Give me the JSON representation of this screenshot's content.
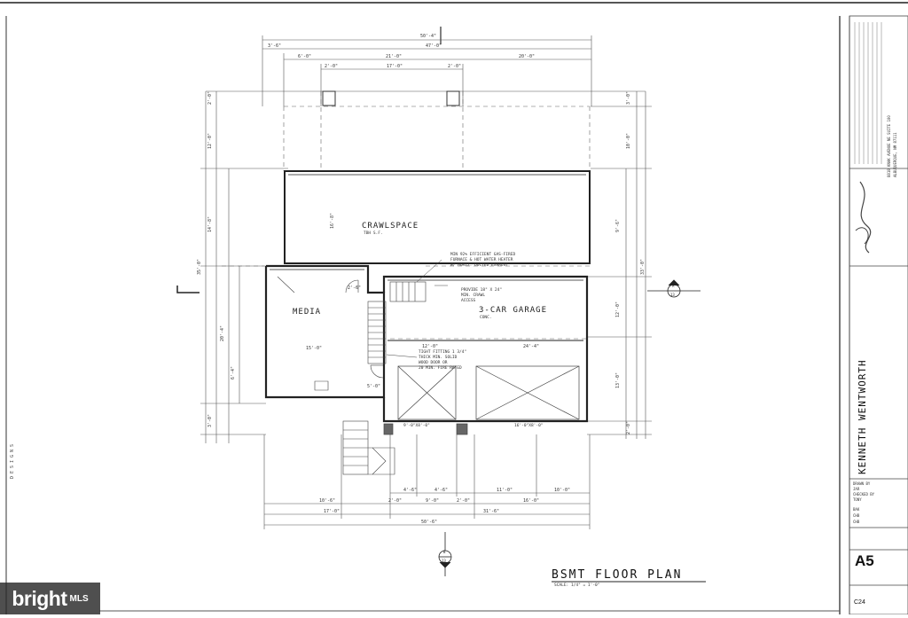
{
  "drawing": {
    "title": "BSMT FLOOR PLAN",
    "scale": "SCALE: 1/4\" = 1'-0\"",
    "designer": "KENNETH WENTWORTH",
    "left_margin": "DESIGNS",
    "sheet_number": "A5",
    "project_number": "C24"
  },
  "rooms": {
    "crawlspace": "CRAWLSPACE",
    "crawlspace_area": "TBH S.F.",
    "media": "MEDIA",
    "garage": "3-CAR GARAGE",
    "garage_note": "CONC."
  },
  "notes": {
    "furnace_1": "MIN 92% EFFICIENT GAS-FIRED",
    "furnace_2": "FURNACE & HOT WATER HEATER",
    "furnace_3": "W/ HORIZ. DUCTED EXHAUST",
    "crawl_1": "PROVIDE 18\" X 24\"",
    "crawl_2": "MIN. CRAWL",
    "crawl_3": "ACCESS",
    "door_1": "TIGHT FITTING 1 3/4\"",
    "door_2": "THICK MIN. SOLID",
    "door_3": "WOOD DOOR OR",
    "door_4": "20 MIN. FIRE RATED",
    "garage_door_1": "9'-0\"X8'-0\"",
    "garage_door_2": "16'-0\"X8'-0\""
  },
  "dimensions": {
    "top_overall": "50'-4\"",
    "top_a": "3'-6\"",
    "top_b": "47'-0\"",
    "top_c": "6'-0\"",
    "top_d": "21'-0\"",
    "top_e": "20'-0\"",
    "top_f": "2'-0\"",
    "top_g": "17'-0\"",
    "top_h": "2'-0\"",
    "right_a": "3'-0\"",
    "right_b": "10'-0\"",
    "right_c": "9'-6\"",
    "right_d": "33'-0\"",
    "right_e": "12'-0\"",
    "right_f": "13'-0\"",
    "right_g": "2'-0\"",
    "left_a": "2'-0\"",
    "left_b": "12'-0\"",
    "left_c": "14'-8\"",
    "left_d": "35'-0\"",
    "left_e": "20'-4\"",
    "left_f": "6'-4\"",
    "left_g": "3'-0\"",
    "bottom_a": "4'-6\"",
    "bottom_b": "4'-6\"",
    "bottom_c": "11'-0\"",
    "bottom_d": "10'-0\"",
    "bottom_e": "10'-6\"",
    "bottom_f": "2'-0\"",
    "bottom_g": "9'-0\"",
    "bottom_h": "2'-0\"",
    "bottom_i": "16'-0\"",
    "bottom_j": "17'-0\"",
    "bottom_k": "31'-6\"",
    "bottom_overall": "50'-6\"",
    "inner_a": "15'-0\"",
    "inner_b": "16'-8\"",
    "inner_c": "12'-0\"",
    "inner_d": "24'-4\"",
    "inner_e": "2'-6\"",
    "inner_f": "5'-0\""
  },
  "section_markers": {
    "east_top": "A",
    "east_bottom": "13",
    "south_top": "B",
    "south_bottom": "13"
  },
  "title_block": {
    "drawn_label": "DRAWN BY",
    "drawn_value": "JAR",
    "checked_label": "CHECKED BY",
    "checked_value": "TONY",
    "lines": [
      "BAK",
      "CHB",
      "CHB"
    ],
    "address_1": "8818 KNAK AVENUE NE SUITE 100",
    "address_2": "ALBUQUERQUE, NM 87111"
  },
  "watermark": {
    "brand": "bright",
    "suffix": "MLS"
  }
}
